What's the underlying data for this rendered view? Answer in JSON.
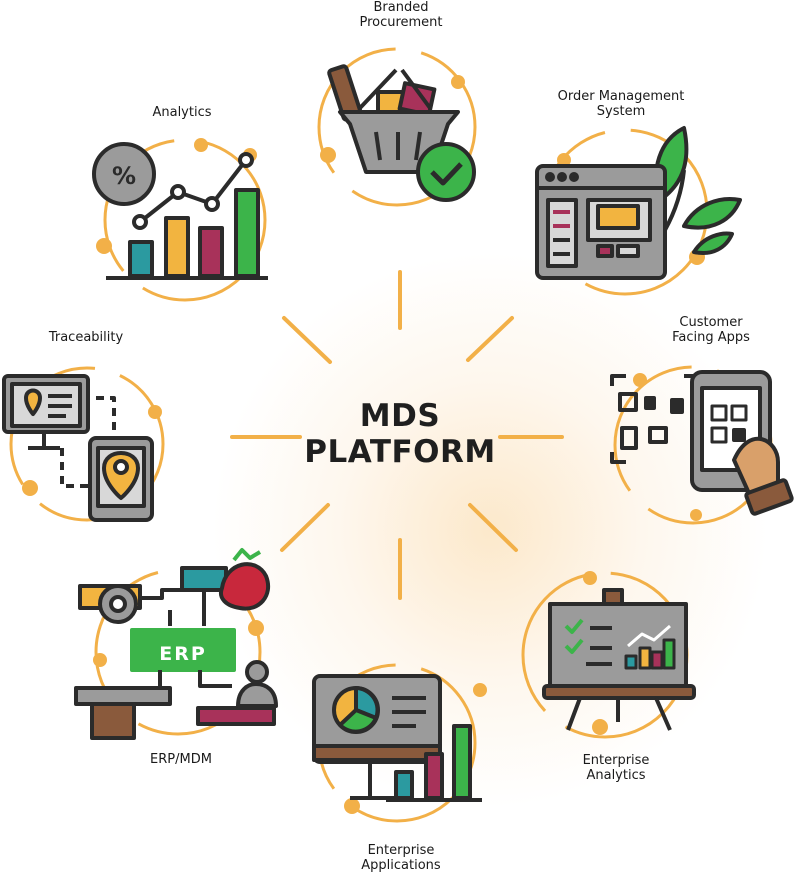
{
  "center": {
    "line1": "MDS",
    "line2": "PLATFORM"
  },
  "nodes": [
    {
      "id": "branded-procurement",
      "lines": [
        "Branded",
        "Procurement"
      ],
      "icon": "shopping-basket-icon"
    },
    {
      "id": "order-management",
      "lines": [
        "Order Management",
        "System"
      ],
      "icon": "browser-window-leaf-icon"
    },
    {
      "id": "customer-facing-apps",
      "lines": [
        "Customer",
        "Facing Apps"
      ],
      "icon": "qr-phone-icon"
    },
    {
      "id": "enterprise-analytics",
      "lines": [
        "Enterprise",
        "Analytics"
      ],
      "icon": "presentation-board-icon"
    },
    {
      "id": "enterprise-applications",
      "lines": [
        "Enterprise",
        "Applications"
      ],
      "icon": "desktop-pie-chart-icon"
    },
    {
      "id": "erp-mdm",
      "lines": [
        "ERP/MDM"
      ],
      "icon": "erp-network-icon"
    },
    {
      "id": "traceability",
      "lines": [
        "Traceability"
      ],
      "icon": "location-devices-icon"
    },
    {
      "id": "analytics",
      "lines": [
        "Analytics"
      ],
      "icon": "bar-line-chart-icon"
    }
  ],
  "erp_badge": "ERP",
  "colors": {
    "accent": "#f2b048",
    "outline": "#2b2b2b",
    "green": "#3cb44a",
    "teal": "#2b9aa0",
    "yellow": "#f2b440",
    "maroon": "#a8325a",
    "gray": "#9b9b9b",
    "brown": "#8a5a3c"
  }
}
